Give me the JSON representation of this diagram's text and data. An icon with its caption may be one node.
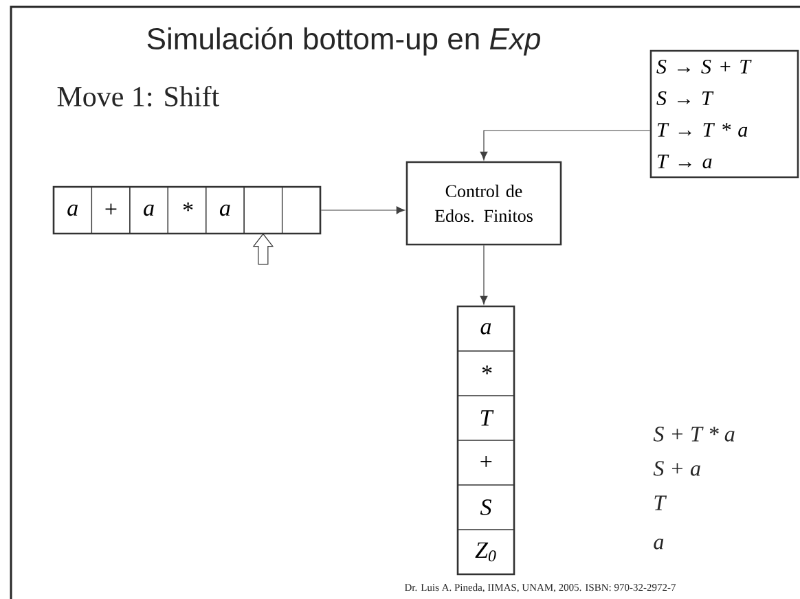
{
  "diagram": {
    "title": "Simulación bottom-up en *Exp*",
    "nodes": [
      {
        "text": [
          "S → S + T",
          "S → T",
          "T → T * a",
          "T → a"
        ]
      },
      {
        "text": [],
        "shape": "box"
      },
      {
        "text": [
          "a"
        ],
        "in": 1
      },
      {
        "text": [
          "+"
        ],
        "in": 1
      },
      {
        "text": [
          "a"
        ],
        "in": 1
      },
      {
        "text": [
          "*"
        ],
        "in": 1
      },
      {
        "text": [
          "a"
        ],
        "in": 1
      },
      {
        "text": [],
        "shape": "box",
        "in": 1
      },
      {
        "text": [],
        "shape": "box",
        "in": 1
      },
      {
        "text": [
          "Control de Edos. Finitos"
        ]
      },
      {
        "text": [],
        "shape": "box"
      },
      {
        "text": [
          "a"
        ],
        "in": 10
      },
      {
        "text": [
          "*"
        ],
        "in": 10
      },
      {
        "text": [
          "T"
        ],
        "in": 10
      },
      {
        "text": [
          "+"
        ],
        "in": 10
      },
      {
        "text": [
          "S"
        ],
        "in": 10
      },
      {
        "text": [
          "Z$_{0}$"
        ],
        "in": 10
      }
    ],
    "edges": [
      {
        "from": 0,
        "to": 9,
        "arrow": "to"
      },
      {
        "from": 1,
        "to": 9,
        "arrow": "to"
      },
      {
        "from": 9,
        "to": 10,
        "arrow": "to"
      },
      {
        "from": null,
        "to": 7,
        "arrow": "to"
      }
    ],
    "labels": [
      "Move 1: Shift",
      "S + T * a",
      "S + a",
      "T",
      "a",
      "Dr. Luis A. Pineda, IIMAS, UNAM, 2005. ISBN: 970-32-2972-7"
    ]
  }
}
